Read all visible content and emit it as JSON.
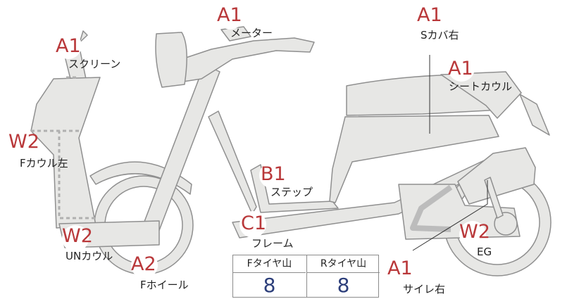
{
  "annotations": [
    {
      "id": "meter",
      "grade": "A1",
      "label": "メーター"
    },
    {
      "id": "s-cover-right",
      "grade": "A1",
      "label": "Sカバ右"
    },
    {
      "id": "screen",
      "grade": "A1",
      "label": "スクリーン"
    },
    {
      "id": "seat-cowl",
      "grade": "A1",
      "label": "シートカウル"
    },
    {
      "id": "f-cowl-left",
      "grade": "W2",
      "label": "Fカウル左"
    },
    {
      "id": "step",
      "grade": "B1",
      "label": "ステップ"
    },
    {
      "id": "frame",
      "grade": "C1",
      "label": "フレーム"
    },
    {
      "id": "un-cowl",
      "grade": "W2",
      "label": "UNカウル"
    },
    {
      "id": "engine",
      "grade": "W2",
      "label": "EG"
    },
    {
      "id": "f-wheel",
      "grade": "A2",
      "label": "Fホイール"
    },
    {
      "id": "muffler-right",
      "grade": "A1",
      "label": "サイレ右"
    }
  ],
  "tire_table": {
    "columns": [
      {
        "header": "Fタイヤ山",
        "value": "8"
      },
      {
        "header": "Rタイヤ山",
        "value": "8"
      }
    ]
  },
  "colors": {
    "part_fill": "#e7e7e5",
    "part_stroke": "#8f8f8f",
    "grade_text": "#b9383a",
    "value_text": "#2c3e7a",
    "damage_marker": "#a8a8a8"
  }
}
